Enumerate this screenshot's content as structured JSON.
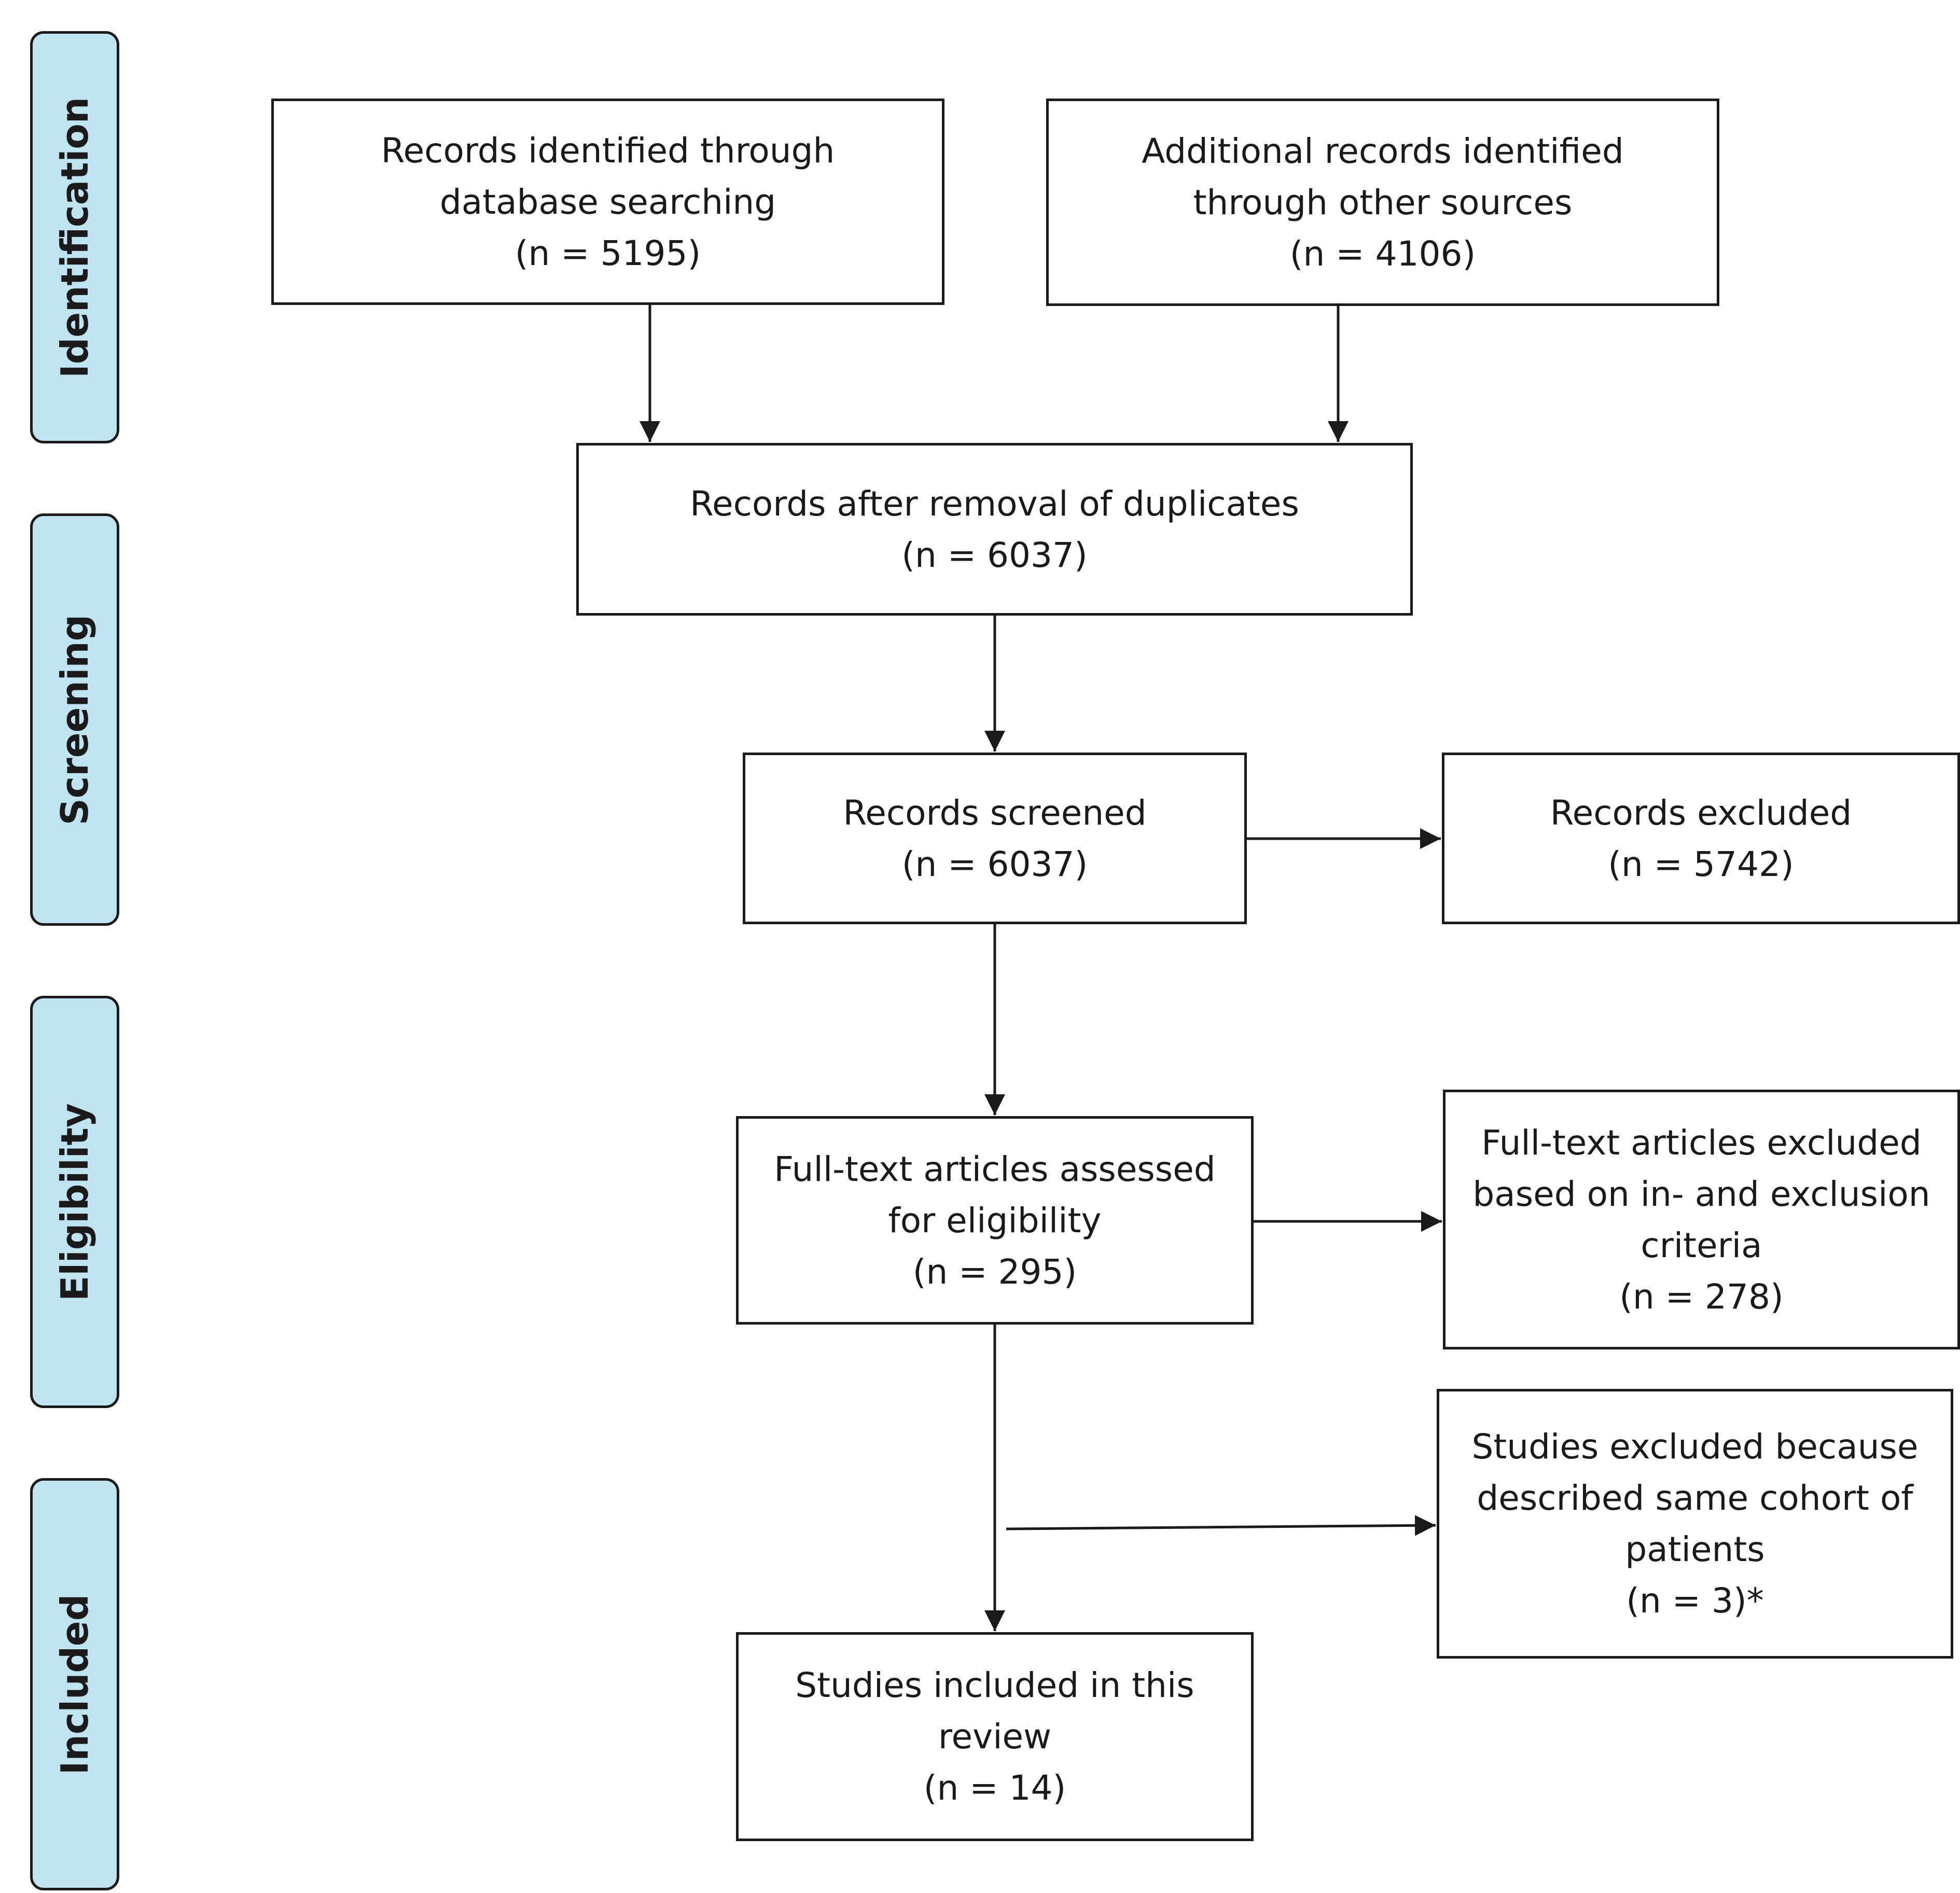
{
  "stages": [
    {
      "id": "identification",
      "label": "Identification"
    },
    {
      "id": "screening",
      "label": "Screening"
    },
    {
      "id": "eligibility",
      "label": "Eligibility"
    },
    {
      "id": "included",
      "label": "Included"
    }
  ],
  "boxes": {
    "database": {
      "line1": "Records identified through",
      "line2": "database searching",
      "line3": "(n = 5195)"
    },
    "other_sources": {
      "line1": "Additional records identified",
      "line2": "through other sources",
      "line3": "(n = 4106)"
    },
    "after_duplicates": {
      "line1": "Records after removal of duplicates",
      "line2": "(n = 6037)"
    },
    "screened": {
      "line1": "Records screened",
      "line2": "(n = 6037)"
    },
    "excluded": {
      "line1": "Records excluded",
      "line2": "(n = 5742)"
    },
    "fulltext_assessed": {
      "line1": "Full-text articles assessed",
      "line2": "for eligibility",
      "line3": "(n = 295)"
    },
    "fulltext_excluded": {
      "line1": "Full-text articles excluded",
      "line2": "based on in- and exclusion",
      "line3": "criteria",
      "line4": "(n = 278)"
    },
    "same_cohort": {
      "line1": "Studies excluded because",
      "line2": "described same cohort of",
      "line3": "patients",
      "line4": "(n = 3)*"
    },
    "included": {
      "line1": "Studies included in this",
      "line2": "review",
      "line3": "(n = 14)"
    }
  },
  "colors": {
    "stage_fill": "#bfe3f3",
    "line": "#1a1a1a",
    "box_fill": "#ffffff"
  }
}
